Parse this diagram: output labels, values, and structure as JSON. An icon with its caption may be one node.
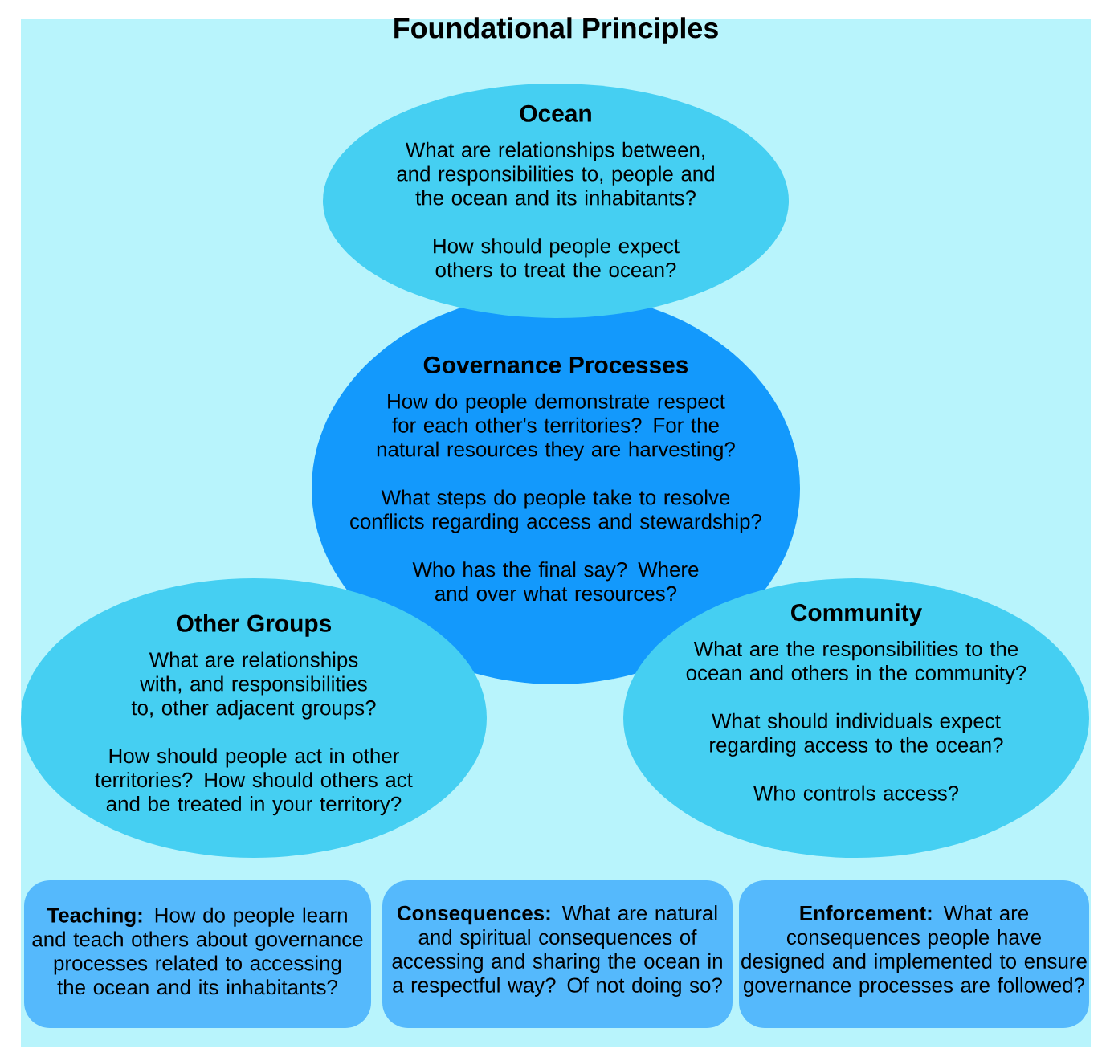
{
  "diagram": {
    "title": "Foundational Principles",
    "nodes": [
      {
        "text": [
          "Ocean",
          "What are relationships between, and responsibilities to, people and the ocean and its inhabitants?",
          "How should people expect others to treat the ocean?"
        ]
      },
      {
        "text": [
          "Governance Processes",
          "How do people demonstrate respect for each other's territories?  For the natural resources they are harvesting?",
          "What steps do people take to resolve conflicts regarding access and stewardship?",
          "Who has the final say? Where and over what resources?"
        ]
      },
      {
        "text": [
          "Other Groups",
          "What are relationships with, and responsibilities to, other adjacent groups?",
          "How should people act in other territories? How should others act and be treated in your territory?"
        ]
      },
      {
        "text": [
          "Community",
          "What are the responsibilities to the ocean and others in the community?",
          "What should individuals expect regarding access to the ocean?",
          "Who controls access?"
        ]
      },
      {
        "text": [
          "**Teaching:** How do people learn and teach others about governance processes related to accessing the ocean and its inhabitants?"
        ]
      },
      {
        "text": [
          "**Consequences:** What are natural and spiritual consequences of accessing and sharing the ocean in a respectful way? Of not doing so?"
        ]
      },
      {
        "text": [
          "**Enforcement:** What are consequences people have designed and implemented to ensure governance processes are followed?"
        ]
      }
    ],
    "edges": []
  }
}
